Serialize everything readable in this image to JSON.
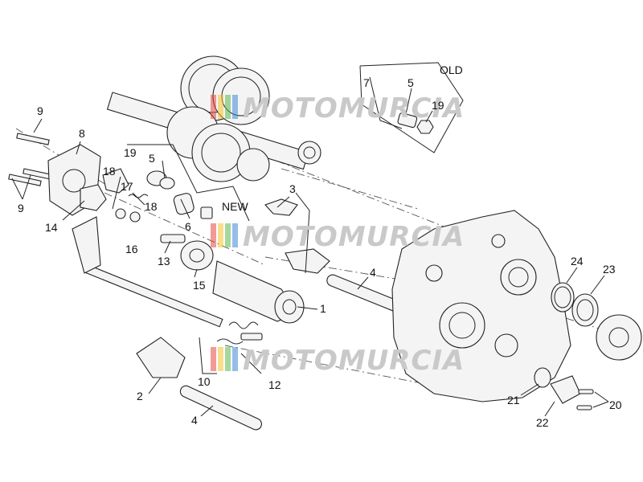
{
  "diagram": {
    "labels": [
      {
        "id": "l9a",
        "text": "9"
      },
      {
        "id": "l8",
        "text": "8"
      },
      {
        "id": "l9b",
        "text": "9"
      },
      {
        "id": "l14",
        "text": "14"
      },
      {
        "id": "l18a",
        "text": "18"
      },
      {
        "id": "l17",
        "text": "17"
      },
      {
        "id": "l18b",
        "text": "18"
      },
      {
        "id": "l16",
        "text": "16"
      },
      {
        "id": "l19a",
        "text": "19"
      },
      {
        "id": "l5a",
        "text": "5"
      },
      {
        "id": "l6",
        "text": "6"
      },
      {
        "id": "l13",
        "text": "13"
      },
      {
        "id": "l15",
        "text": "15"
      },
      {
        "id": "lnew",
        "text": "NEW"
      },
      {
        "id": "l3",
        "text": "3"
      },
      {
        "id": "l7",
        "text": "7"
      },
      {
        "id": "l5b",
        "text": "5"
      },
      {
        "id": "lold",
        "text": "OLD"
      },
      {
        "id": "l19b",
        "text": "19"
      },
      {
        "id": "l1",
        "text": "1"
      },
      {
        "id": "l4a",
        "text": "4"
      },
      {
        "id": "l10",
        "text": "10"
      },
      {
        "id": "l12",
        "text": "12"
      },
      {
        "id": "l2",
        "text": "2"
      },
      {
        "id": "l4b",
        "text": "4"
      },
      {
        "id": "l24",
        "text": "24"
      },
      {
        "id": "l23",
        "text": "23"
      },
      {
        "id": "l21",
        "text": "21"
      },
      {
        "id": "l20",
        "text": "20"
      },
      {
        "id": "l22",
        "text": "22"
      }
    ],
    "watermark": "MOTOMURCIA",
    "watermark_colors": [
      "#e8473f",
      "#f2c230",
      "#5bb84a",
      "#3f86d9"
    ]
  }
}
